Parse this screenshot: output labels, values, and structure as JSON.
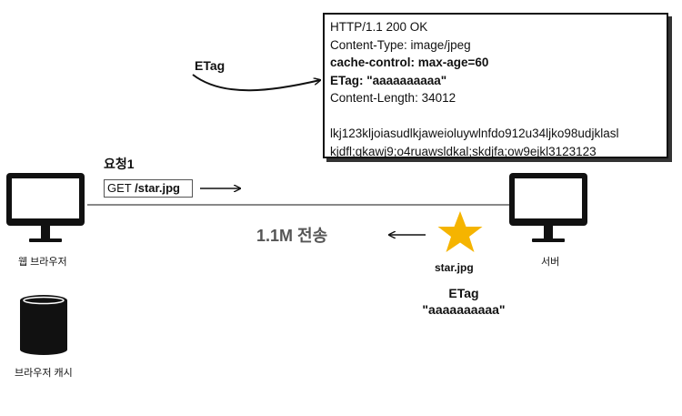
{
  "response": {
    "status_line": "HTTP/1.1 200 OK",
    "content_type": "Content-Type: image/jpeg",
    "cache_control": "cache-control: max-age=60",
    "etag": "ETag: \"aaaaaaaaaa\"",
    "content_length": "Content-Length: 34012",
    "body_line1": "lkj123kljoiasudlkjaweioluywlnfdo912u34ljko98udjklasl",
    "body_line2": "kjdfl;qkawj9;o4ruawsldkal;skdjfa;ow9ejkl3123123"
  },
  "etag_callout": "ETag",
  "request": {
    "title": "요청1",
    "method": "GET",
    "path": "/star.jpg"
  },
  "transfer_label": "1.1M 전송",
  "browser_label": "웹 브라우저",
  "cache_label": "브라우저 캐시",
  "server_label": "서버",
  "star_filename": "star.jpg",
  "star_etag": {
    "title": "ETag",
    "value": "\"aaaaaaaaaa\""
  },
  "colors": {
    "star": "#f5b400",
    "device": "#111111",
    "screen": "#ffffff",
    "box_shadow": "#333333",
    "transfer_text": "#555555"
  },
  "icons": {
    "browser": "monitor-icon",
    "server": "monitor-icon",
    "cache": "database-cylinder-icon",
    "file": "star-icon"
  }
}
